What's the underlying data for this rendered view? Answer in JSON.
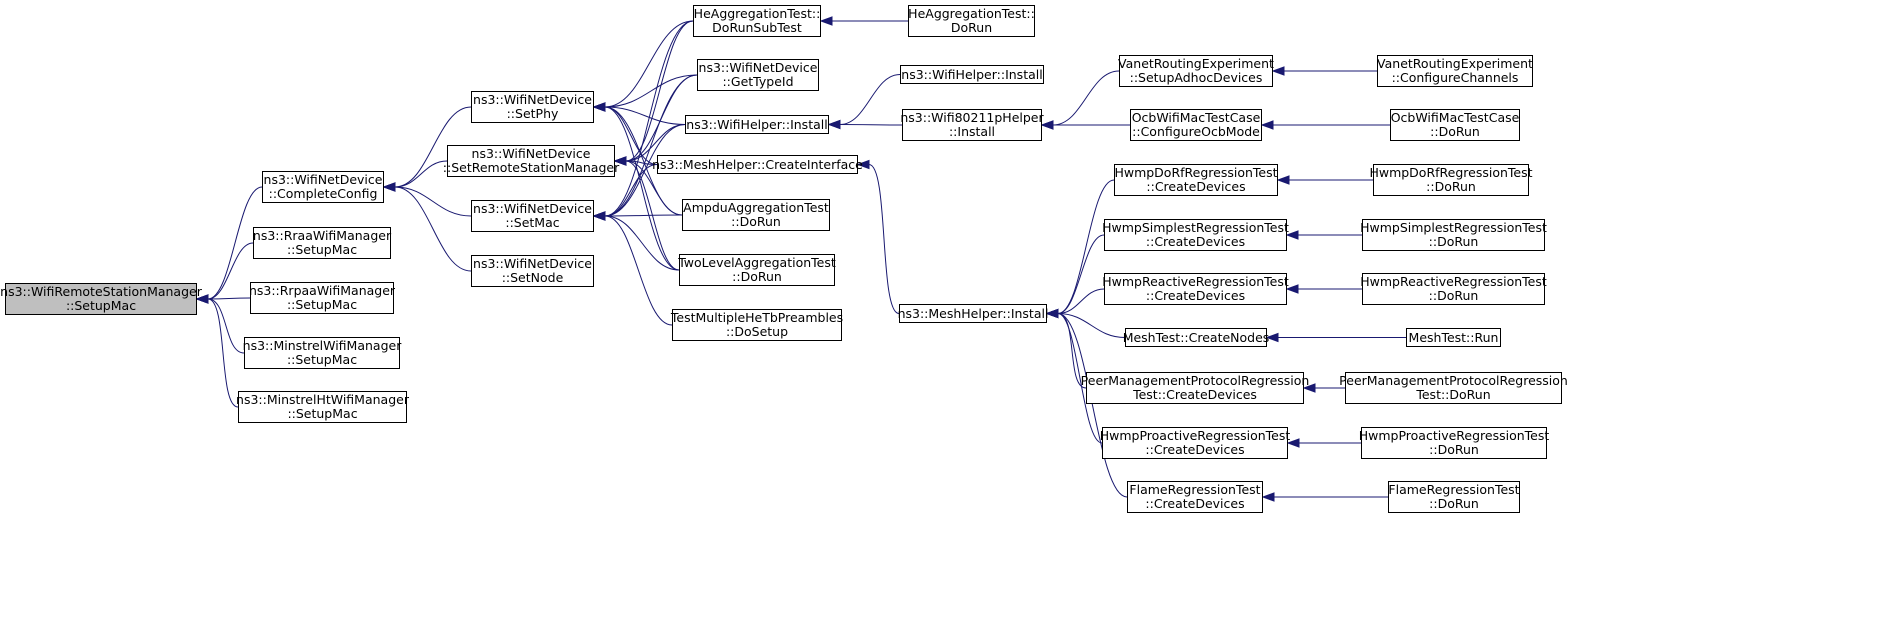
{
  "edge_color": "#191970",
  "focus_fill": "#bfbfbf",
  "nodes": [
    {
      "id": "setupmac",
      "lines": [
        "ns3::WifiRemoteStationManager",
        "::SetupMac"
      ],
      "focus": true
    },
    {
      "id": "completeconfig",
      "lines": [
        "ns3::WifiNetDevice",
        "::CompleteConfig"
      ]
    },
    {
      "id": "raa",
      "lines": [
        "ns3::RraaWifiManager",
        "::SetupMac"
      ]
    },
    {
      "id": "rrpaa",
      "lines": [
        "ns3::RrpaaWifiManager",
        "::SetupMac"
      ]
    },
    {
      "id": "minstrel",
      "lines": [
        "ns3::MinstrelWifiManager",
        "::SetupMac"
      ]
    },
    {
      "id": "minstrelht",
      "lines": [
        "ns3::MinstrelHtWifiManager",
        "::SetupMac"
      ]
    },
    {
      "id": "setphy",
      "lines": [
        "ns3::WifiNetDevice",
        "::SetPhy"
      ]
    },
    {
      "id": "setrsm",
      "lines": [
        "ns3::WifiNetDevice",
        "::SetRemoteStationManager"
      ]
    },
    {
      "id": "setmac",
      "lines": [
        "ns3::WifiNetDevice",
        "::SetMac"
      ]
    },
    {
      "id": "setnode",
      "lines": [
        "ns3::WifiNetDevice",
        "::SetNode"
      ]
    },
    {
      "id": "hedorunsub",
      "lines": [
        "HeAggregationTest::",
        "DoRunSubTest"
      ]
    },
    {
      "id": "gettypeid",
      "lines": [
        "ns3::WifiNetDevice",
        "::GetTypeId"
      ]
    },
    {
      "id": "wifihelperinstall",
      "lines": [
        "ns3::WifiHelper::Install"
      ]
    },
    {
      "id": "createinterface",
      "lines": [
        "ns3::MeshHelper::CreateInterface"
      ]
    },
    {
      "id": "ampdu",
      "lines": [
        "AmpduAggregationTest",
        "::DoRun"
      ]
    },
    {
      "id": "twolevel",
      "lines": [
        "TwoLevelAggregationTest",
        "::DoRun"
      ]
    },
    {
      "id": "testmulti",
      "lines": [
        "TestMultipleHeTbPreambles",
        "::DoSetup"
      ]
    },
    {
      "id": "hedorun",
      "lines": [
        "HeAggregationTest::",
        "DoRun"
      ]
    },
    {
      "id": "wifihelperinstall2",
      "lines": [
        "ns3::WifiHelper::Install"
      ]
    },
    {
      "id": "wifi80211p",
      "lines": [
        "ns3::Wifi80211pHelper",
        "::Install"
      ]
    },
    {
      "id": "meshinstall",
      "lines": [
        "ns3::MeshHelper::Install"
      ]
    },
    {
      "id": "vanetsetup",
      "lines": [
        "VanetRoutingExperiment",
        "::SetupAdhocDevices"
      ]
    },
    {
      "id": "ocbconfig",
      "lines": [
        "OcbWifiMacTestCase",
        "::ConfigureOcbMode"
      ]
    },
    {
      "id": "vanetchannels",
      "lines": [
        "VanetRoutingExperiment",
        "::ConfigureChannels"
      ]
    },
    {
      "id": "ocbdorun",
      "lines": [
        "OcbWifiMacTestCase",
        "::DoRun"
      ]
    },
    {
      "id": "hwmpdorfcreate",
      "lines": [
        "HwmpDoRfRegressionTest",
        "::CreateDevices"
      ]
    },
    {
      "id": "hwmpsimplecreate",
      "lines": [
        "HwmpSimplestRegressionTest",
        "::CreateDevices"
      ]
    },
    {
      "id": "hwmpreactcreate",
      "lines": [
        "HwmpReactiveRegressionTest",
        "::CreateDevices"
      ]
    },
    {
      "id": "meshcreatenodes",
      "lines": [
        "MeshTest::CreateNodes"
      ]
    },
    {
      "id": "peercreate",
      "lines": [
        "PeerManagementProtocolRegression",
        "Test::CreateDevices"
      ]
    },
    {
      "id": "hwmpproactcreate",
      "lines": [
        "HwmpProactiveRegressionTest",
        "::CreateDevices"
      ]
    },
    {
      "id": "flamecreate",
      "lines": [
        "FlameRegressionTest",
        "::CreateDevices"
      ]
    },
    {
      "id": "hwmpdorfrun",
      "lines": [
        "HwmpDoRfRegressionTest",
        "::DoRun"
      ]
    },
    {
      "id": "hwmpsimplerun",
      "lines": [
        "HwmpSimplestRegressionTest",
        "::DoRun"
      ]
    },
    {
      "id": "hwmpreactrun",
      "lines": [
        "HwmpReactiveRegressionTest",
        "::DoRun"
      ]
    },
    {
      "id": "meshtestrun",
      "lines": [
        "MeshTest::Run"
      ]
    },
    {
      "id": "peerrun",
      "lines": [
        "PeerManagementProtocolRegression",
        "Test::DoRun"
      ]
    },
    {
      "id": "hwmpproactrun",
      "lines": [
        "HwmpProactiveRegressionTest",
        "::DoRun"
      ]
    },
    {
      "id": "flamerun",
      "lines": [
        "FlameRegressionTest",
        "::DoRun"
      ]
    }
  ],
  "edges": [
    [
      "completeconfig",
      "setupmac"
    ],
    [
      "raa",
      "setupmac"
    ],
    [
      "rrpaa",
      "setupmac"
    ],
    [
      "minstrel",
      "setupmac"
    ],
    [
      "minstrelht",
      "setupmac"
    ],
    [
      "setphy",
      "completeconfig"
    ],
    [
      "setrsm",
      "completeconfig"
    ],
    [
      "setmac",
      "completeconfig"
    ],
    [
      "setnode",
      "completeconfig"
    ],
    [
      "hedorunsub",
      "setphy"
    ],
    [
      "gettypeid",
      "setphy"
    ],
    [
      "wifihelperinstall",
      "setphy"
    ],
    [
      "createinterface",
      "setphy"
    ],
    [
      "ampdu",
      "setphy"
    ],
    [
      "twolevel",
      "setphy"
    ],
    [
      "hedorunsub",
      "setrsm"
    ],
    [
      "gettypeid",
      "setrsm"
    ],
    [
      "wifihelperinstall",
      "setrsm"
    ],
    [
      "createinterface",
      "setrsm"
    ],
    [
      "ampdu",
      "setrsm"
    ],
    [
      "twolevel",
      "setrsm"
    ],
    [
      "hedorunsub",
      "setmac"
    ],
    [
      "gettypeid",
      "setmac"
    ],
    [
      "wifihelperinstall",
      "setmac"
    ],
    [
      "createinterface",
      "setmac"
    ],
    [
      "ampdu",
      "setmac"
    ],
    [
      "twolevel",
      "setmac"
    ],
    [
      "testmulti",
      "setmac"
    ],
    [
      "hedorun",
      "hedorunsub"
    ],
    [
      "wifihelperinstall2",
      "wifihelperinstall"
    ],
    [
      "wifi80211p",
      "wifihelperinstall"
    ],
    [
      "meshinstall",
      "createinterface"
    ],
    [
      "vanetsetup",
      "wifi80211p"
    ],
    [
      "ocbconfig",
      "wifi80211p"
    ],
    [
      "vanetchannels",
      "vanetsetup"
    ],
    [
      "ocbdorun",
      "ocbconfig"
    ],
    [
      "hwmpdorfcreate",
      "meshinstall"
    ],
    [
      "hwmpsimplecreate",
      "meshinstall"
    ],
    [
      "hwmpreactcreate",
      "meshinstall"
    ],
    [
      "meshcreatenodes",
      "meshinstall"
    ],
    [
      "peercreate",
      "meshinstall"
    ],
    [
      "hwmpproactcreate",
      "meshinstall"
    ],
    [
      "flamecreate",
      "meshinstall"
    ],
    [
      "hwmpdorfrun",
      "hwmpdorfcreate"
    ],
    [
      "hwmpsimplerun",
      "hwmpsimplecreate"
    ],
    [
      "hwmpreactrun",
      "hwmpreactcreate"
    ],
    [
      "meshtestrun",
      "meshcreatenodes"
    ],
    [
      "peerrun",
      "peercreate"
    ],
    [
      "hwmpproactrun",
      "hwmpproactcreate"
    ],
    [
      "flamerun",
      "flamecreate"
    ]
  ]
}
